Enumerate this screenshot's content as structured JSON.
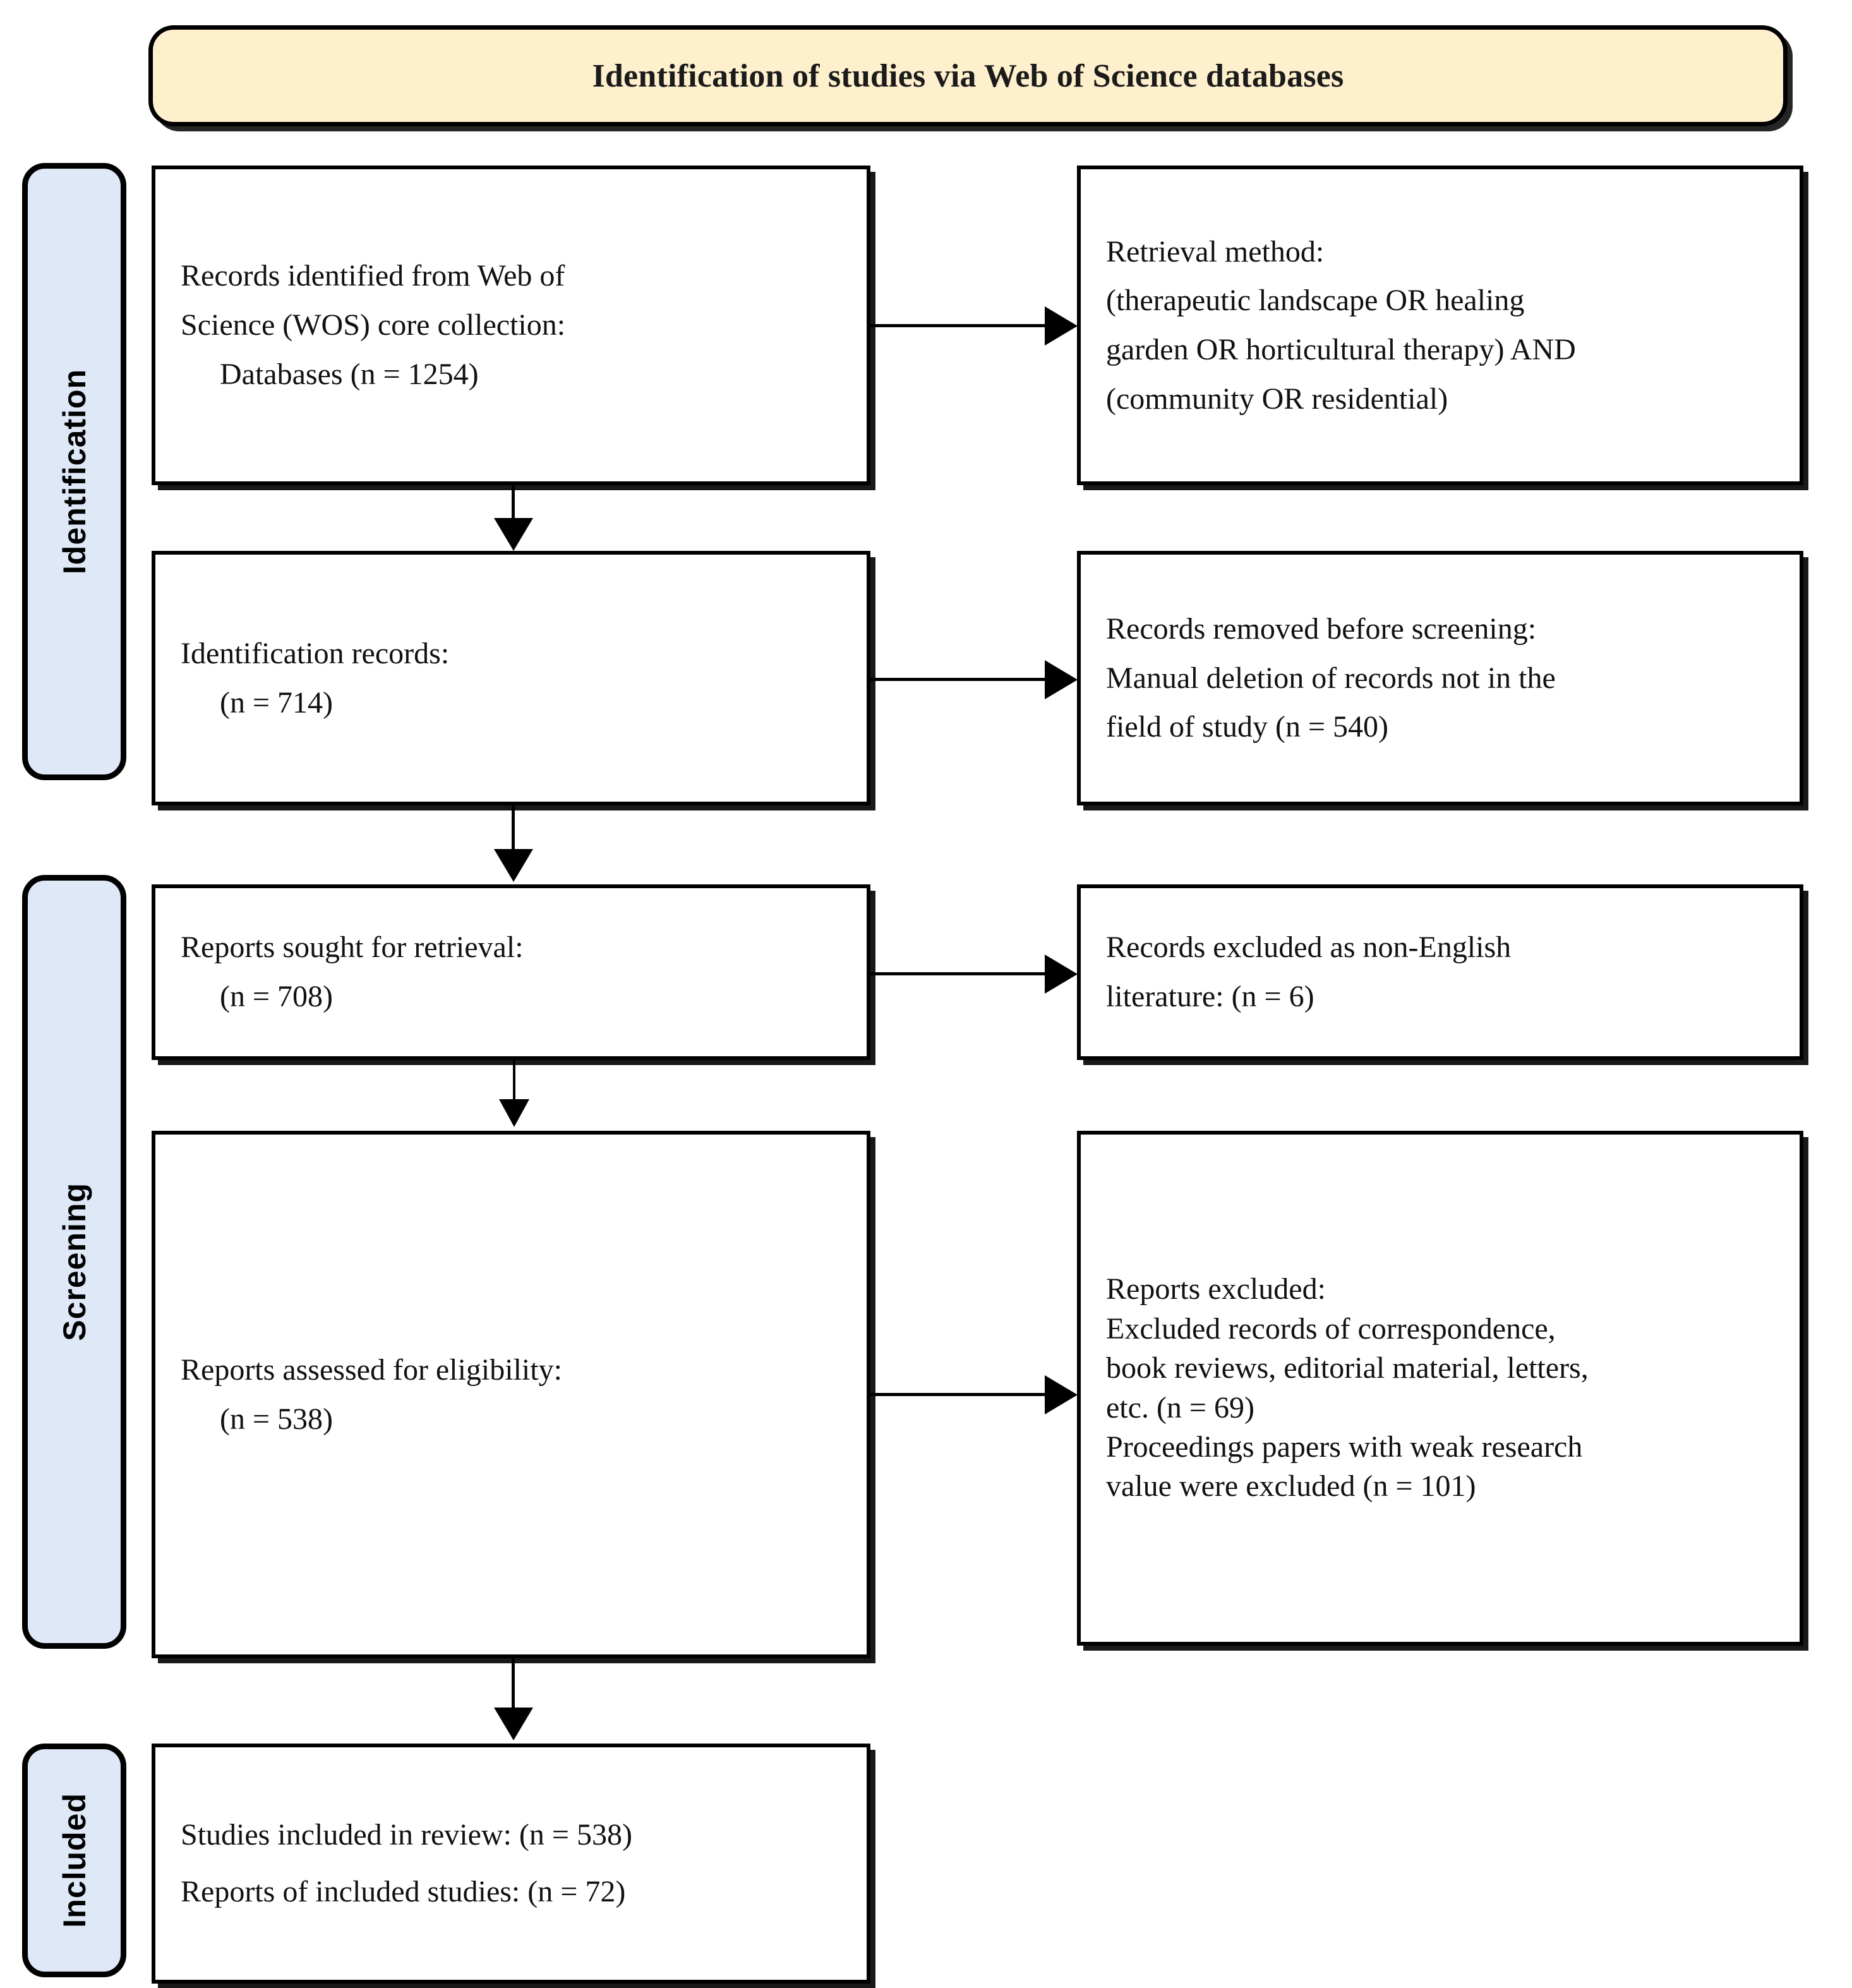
{
  "header": {
    "title": "Identification of studies via Web of Science databases",
    "fill_color": "#FEF0CD",
    "border_color": "#000000"
  },
  "sidebar": {
    "fill_color": "#DEE8F7",
    "items": [
      {
        "label": "Identification"
      },
      {
        "label": "Screening"
      },
      {
        "label": "Included"
      }
    ]
  },
  "boxes": {
    "identified": {
      "line1": "Records identified from Web of",
      "line2": "Science (WOS) core collection:",
      "line3": "Databases (n = 1254)"
    },
    "retrieval": {
      "line1": "Retrieval method:",
      "line2": "(therapeutic landscape OR healing",
      "line3": "garden OR horticultural therapy) AND",
      "line4": "(community OR residential)"
    },
    "identification_records": {
      "line1": "Identification records:",
      "line2": "(n = 714)"
    },
    "removed_before_screening": {
      "line1": "Records removed before screening:",
      "line2": "Manual deletion of records not in the",
      "line3": "field of study (n = 540)"
    },
    "sought_for_retrieval": {
      "line1": "Reports sought for retrieval:",
      "line2": "(n = 708)"
    },
    "excluded_non_english": {
      "line1": "Records excluded as non-English",
      "line2": "literature: (n = 6)"
    },
    "assessed_for_eligibility": {
      "line1": "Reports assessed for eligibility:",
      "line2": "(n = 538)"
    },
    "reports_excluded": {
      "line1": "Reports excluded:",
      "line2": "Excluded records of correspondence,",
      "line3": "book reviews, editorial material, letters,",
      "line4": "etc. (n = 69)",
      "line5": "Proceedings papers with weak research",
      "line6": "value were excluded (n = 101)"
    },
    "included": {
      "line1": "Studies included in review: (n = 538)",
      "line2": "Reports of included studies: (n = 72)"
    }
  },
  "counts": {
    "databases": 1254,
    "identification_records": 714,
    "removed_manual_deletion": 540,
    "sought_for_retrieval": 708,
    "excluded_non_english": 6,
    "assessed_for_eligibility": 538,
    "excluded_correspondence_etc": 69,
    "excluded_proceedings": 101,
    "studies_included_in_review": 538,
    "reports_of_included_studies": 72
  }
}
